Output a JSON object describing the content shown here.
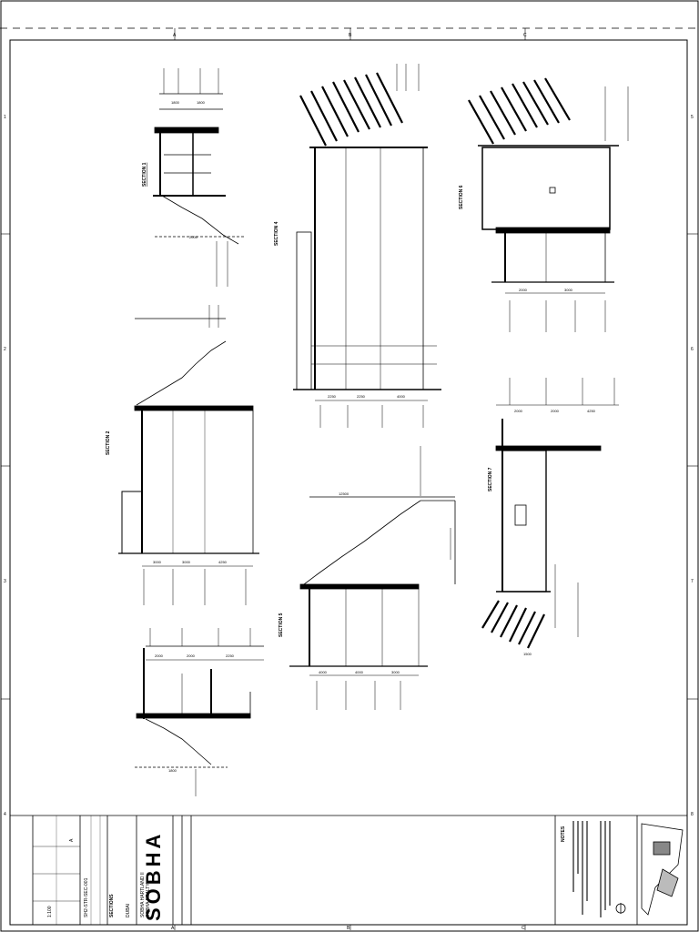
{
  "border": {
    "top_letters": [
      "A",
      "B",
      "C"
    ],
    "bottom_letters": [
      "A",
      "B",
      "C"
    ],
    "side_numbers": [
      "1",
      "2",
      "3",
      "4",
      "5",
      "6",
      "7",
      "8"
    ]
  },
  "sections": [
    {
      "id": "section-1",
      "title": "SECTION 1",
      "dims": [
        "1800",
        "1800",
        "2000"
      ]
    },
    {
      "id": "section-2",
      "title": "SECTION 2",
      "dims": [
        "3000",
        "3000",
        "4250"
      ]
    },
    {
      "id": "section-3",
      "title": "SECTION 3",
      "dims": [
        "2000",
        "2000",
        "2250",
        "1800"
      ]
    },
    {
      "id": "section-4",
      "title": "SECTION 4",
      "dims": [
        "2250",
        "2250",
        "4000"
      ]
    },
    {
      "id": "section-5",
      "title": "SECTION 5",
      "dims": [
        "12500",
        "4000",
        "4000",
        "3000"
      ]
    },
    {
      "id": "section-6",
      "title": "SECTION 6",
      "dims": [
        "2000",
        "3000"
      ]
    },
    {
      "id": "section-7",
      "title": "SECTION 7",
      "dims": [
        "2000",
        "2000",
        "4250",
        "1500"
      ]
    }
  ],
  "title_block": {
    "company": "SOBHA",
    "project_lines": [
      "SOBHA HARTLAND II",
      "SOBHA REALTY",
      "DUBAI"
    ],
    "drawing_title": "SECTIONS",
    "drawing_no": "SH2-STR-SEC-001",
    "revision": "A",
    "scale": "1:100",
    "notes_title": "NOTES"
  },
  "colors": {
    "line": "#000000",
    "paper": "#ffffff"
  }
}
